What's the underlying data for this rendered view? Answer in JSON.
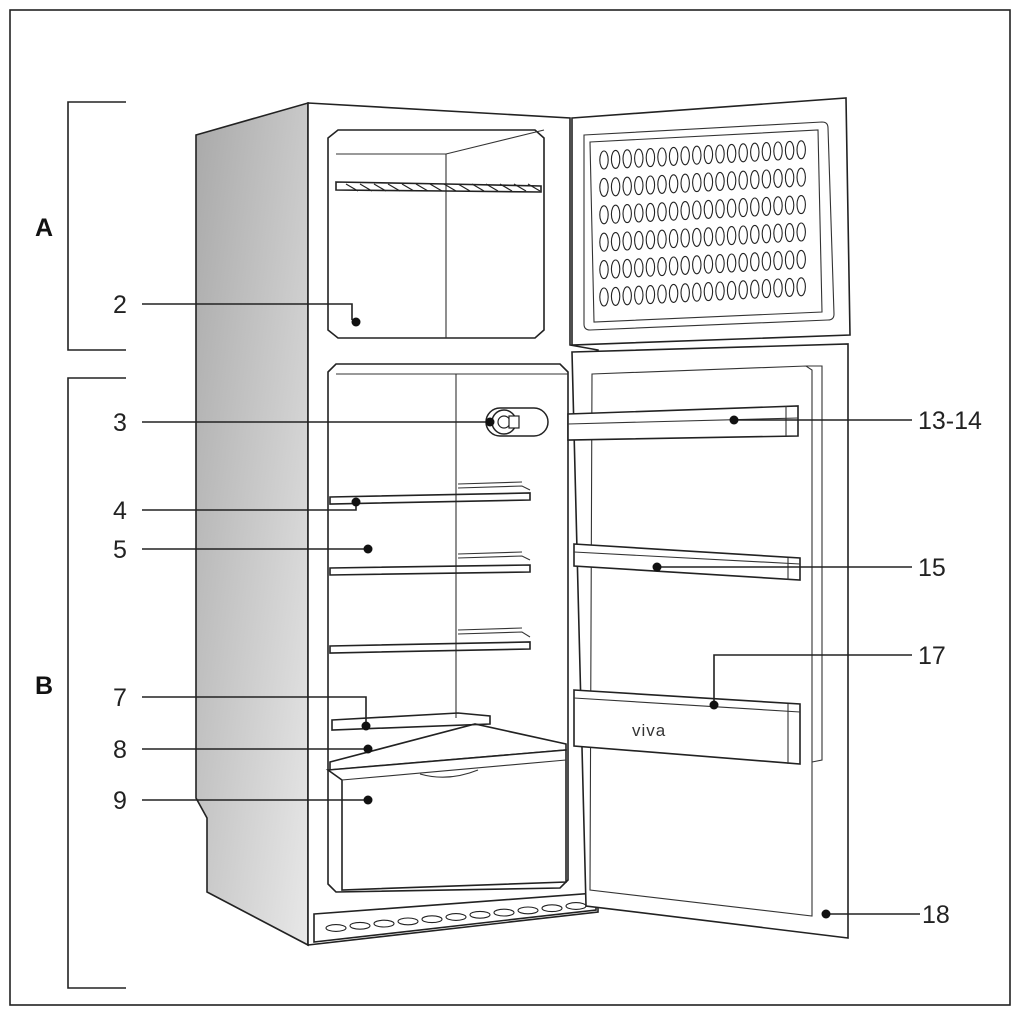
{
  "diagram": {
    "sections": [
      {
        "id": "A",
        "text": "A"
      },
      {
        "id": "B",
        "text": "B"
      }
    ],
    "labels": [
      {
        "id": "l2",
        "text": "2"
      },
      {
        "id": "l3",
        "text": "3"
      },
      {
        "id": "l4",
        "text": "4"
      },
      {
        "id": "l5",
        "text": "5"
      },
      {
        "id": "l7",
        "text": "7"
      },
      {
        "id": "l8",
        "text": "8"
      },
      {
        "id": "l9",
        "text": "9"
      },
      {
        "id": "l13",
        "text": "13-14"
      },
      {
        "id": "l15",
        "text": "15"
      },
      {
        "id": "l17",
        "text": "17"
      },
      {
        "id": "l18",
        "text": "18"
      }
    ],
    "brand": "viva",
    "colors": {
      "line": "#222222",
      "side_panel_light": "#e8e8e8",
      "side_panel_dark": "#a9a9a9"
    }
  }
}
